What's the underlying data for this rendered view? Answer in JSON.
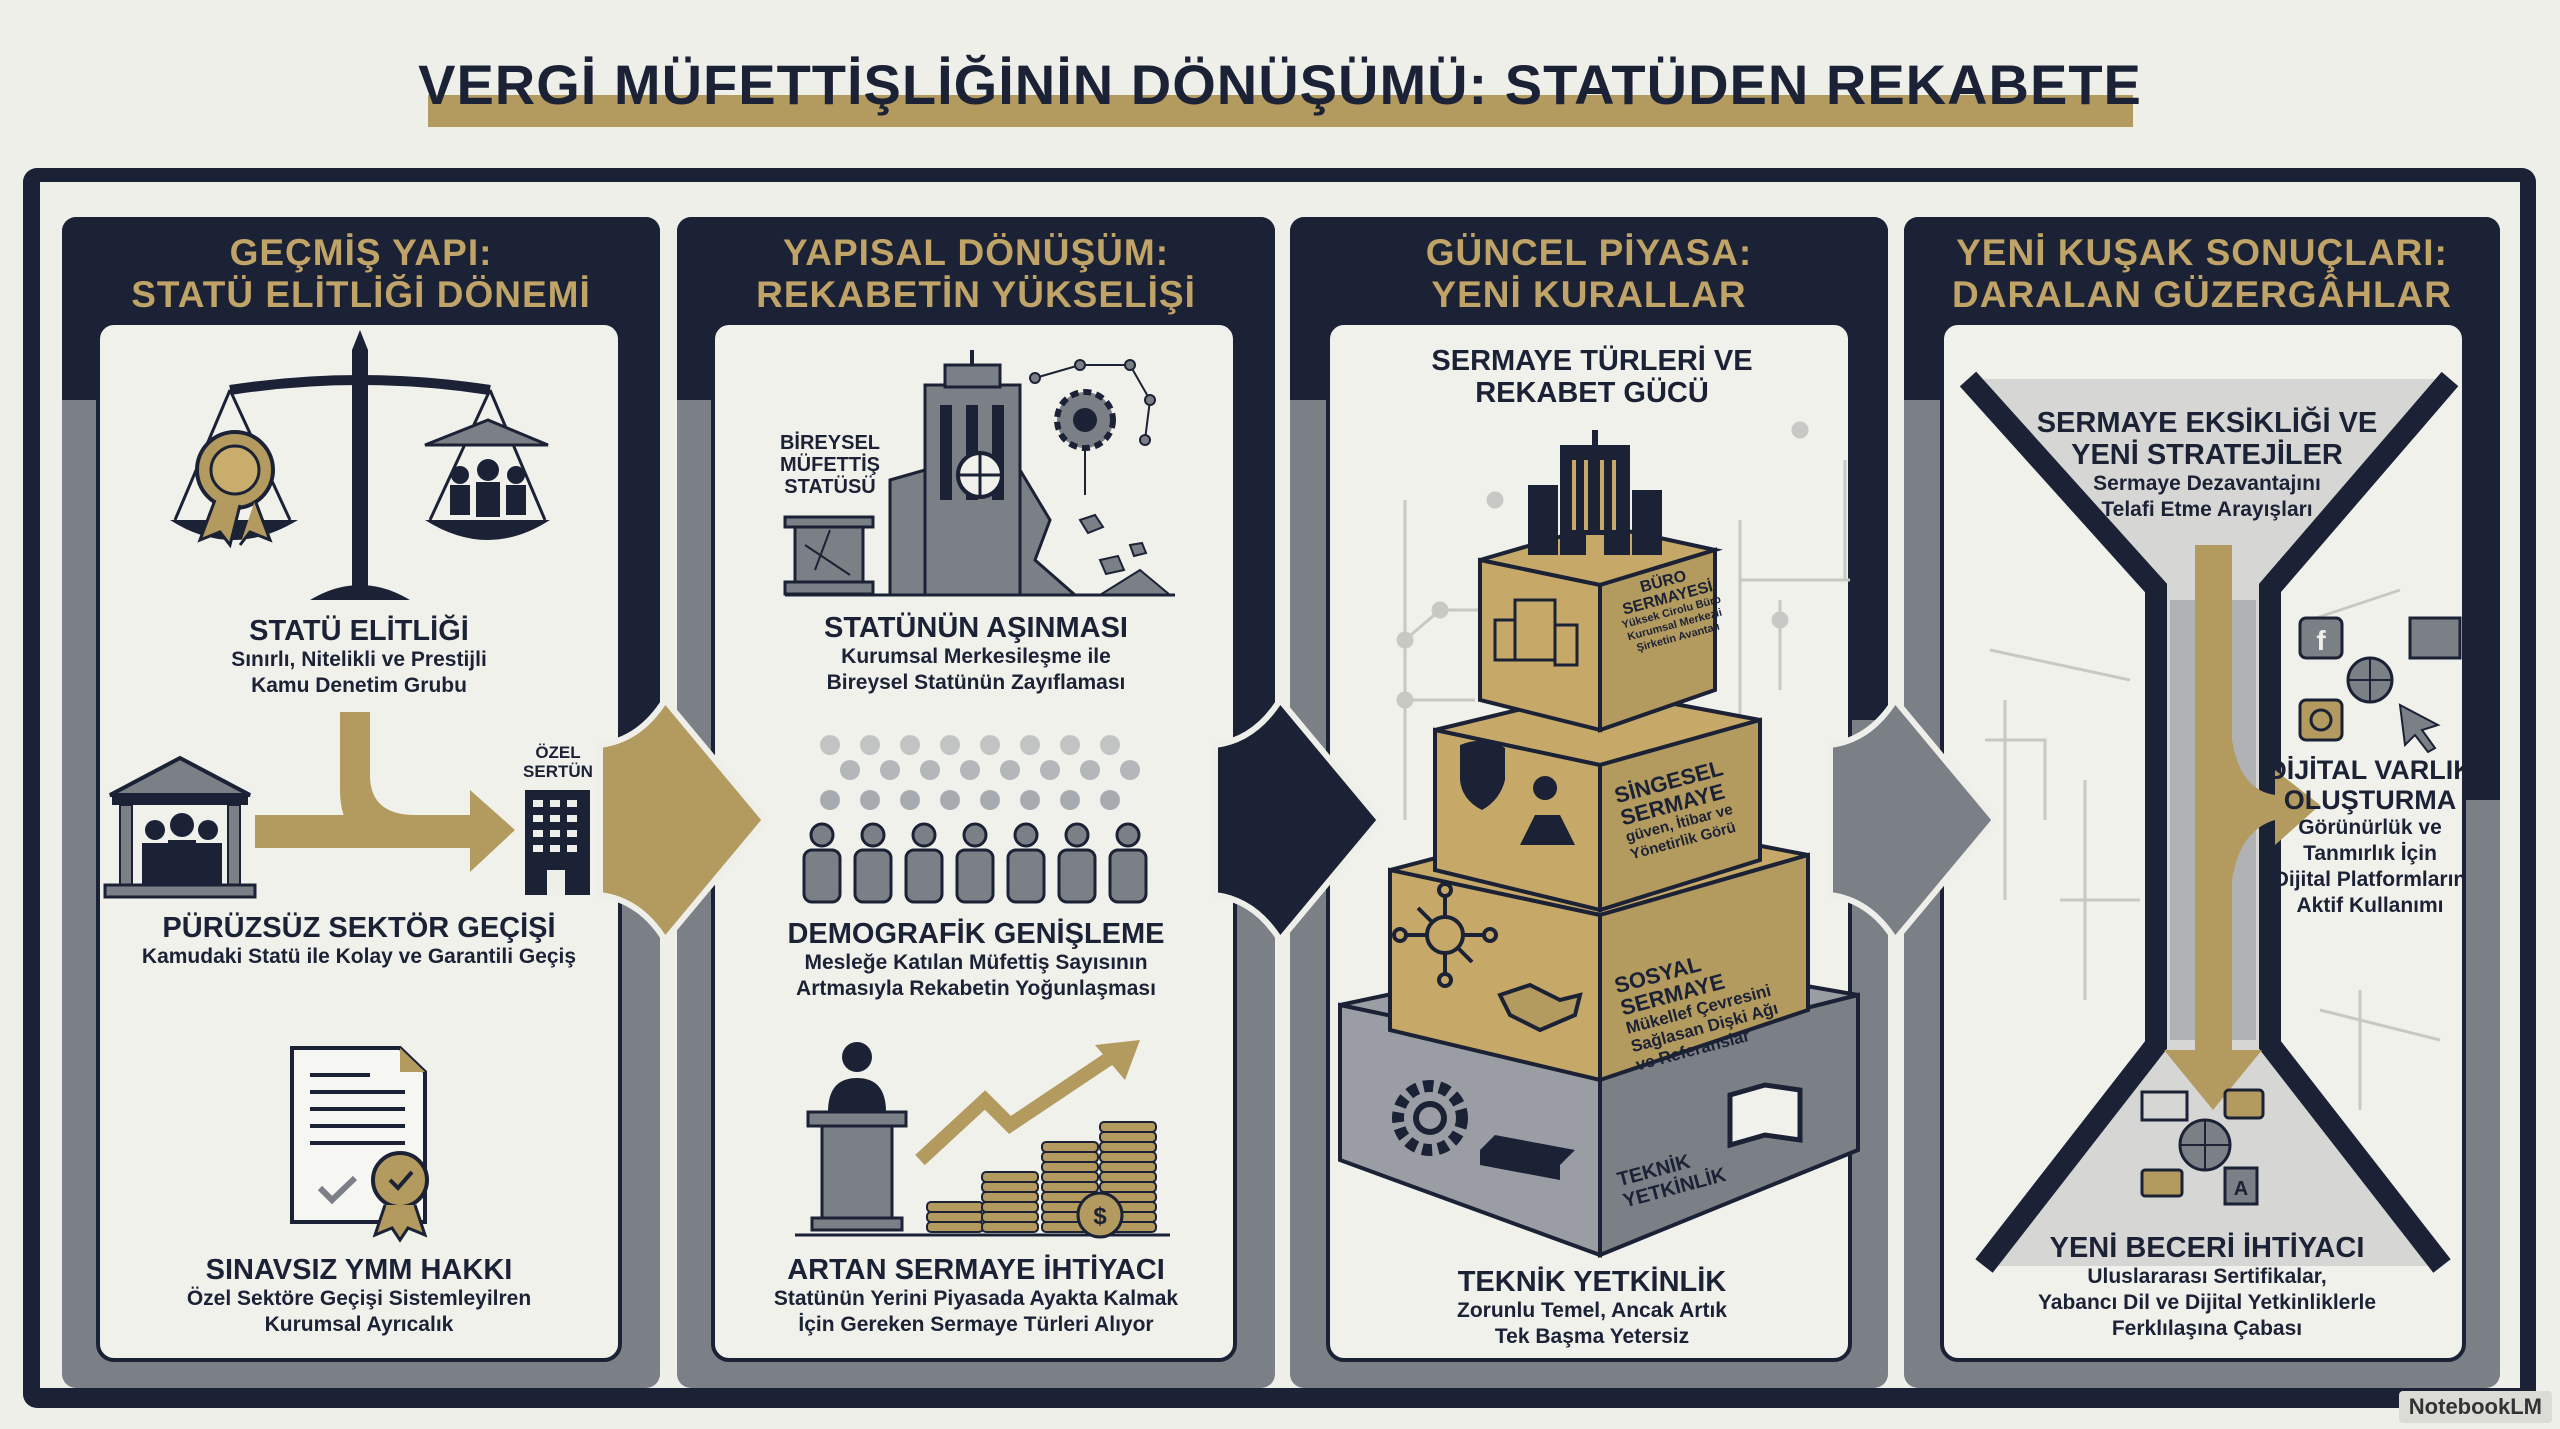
{
  "title": "VERGİ MÜFETTİŞLİĞİNİN DÖNÜŞÜMÜ: STATÜDEN REKABETE",
  "colors": {
    "navy": "#1c2236",
    "gold": "#b39a5e",
    "gray": "#7b7f86",
    "background": "#efefea"
  },
  "columns": [
    {
      "header": [
        "GEÇMİŞ YAPI:",
        "STATÜ ELİTLİĞİ DÖNEMİ"
      ],
      "items": [
        {
          "title": "STATÜ ELİTLİĞİ",
          "sub": [
            "Sınırlı, Nitelikli ve Prestijli",
            "Kamu Denetim Grubu"
          ]
        },
        {
          "title": "PÜRÜZSÜZ SEKTÖR GEÇİŞİ",
          "sub": [
            "Kamudaki Statü ile Kolay ve Garantili Geçiş"
          ]
        },
        {
          "title": "SINAVSIZ YMM HAKKI",
          "sub": [
            "Özel Sektöre Geçişi Sistemleyilren",
            "Kurumsal Ayrıcalık"
          ]
        }
      ],
      "building_label": [
        "ÖZEL",
        "SERTÜN"
      ]
    },
    {
      "header": [
        "YAPISAL DÖNÜŞÜM:",
        "REKABETİN YÜKSELİŞİ"
      ],
      "items": [
        {
          "title": "STATÜNÜN AŞINMASI",
          "sub": [
            "Kurumsal Merkesileşme ile",
            "Bireysel Statünün Zayıflaması"
          ]
        },
        {
          "title": "DEMOGRAFİK GENİŞLEME",
          "sub": [
            "Mesleğe Katılan Müfettiş Sayısının",
            "Artmasıyla Rekabetin Yoğunlaşması"
          ]
        },
        {
          "title": "ARTAN SERMAYE İHTİYACI",
          "sub": [
            "Statünün Yerini Piyasada Ayakta Kalmak",
            "İçin Gereken Sermaye Türleri Alıyor"
          ]
        }
      ],
      "pedestal_label": [
        "BİREYSEL",
        "MÜFETTİŞ",
        "STATÜSÜ"
      ]
    },
    {
      "header": [
        "GÜNCEL PİYASA:",
        "YENİ KURALLAR"
      ],
      "top_title": [
        "SERMAYE TÜRLERİ VE",
        "REKABET GÜCÜ"
      ],
      "tiers": [
        {
          "title": [
            "BÜRO",
            "SERMAYESİ"
          ],
          "sub": [
            "Yüksek Cirolu Büro",
            "Kurumsal Merkezli",
            "Şirketin Avantajı"
          ]
        },
        {
          "title": [
            "SİNGESEL",
            "SERMAYE"
          ],
          "sub": [
            "güven, İtibar ve",
            "Yönetirlik Görü"
          ]
        },
        {
          "title": [
            "SOSYAL SERMAYE"
          ],
          "sub": [
            "Mükellef Çevresini",
            "Sağlasan Dişki Ağı",
            "ve Referanslar"
          ]
        },
        {
          "title": [
            "TEKNİK",
            "YETKİNLİK"
          ],
          "sub": []
        }
      ],
      "items": [
        {
          "title": "TEKNİK YETKİNLİK",
          "sub": [
            "Zorunlu Temel, Ancak Artık",
            "Tek Başma Yetersiz"
          ]
        }
      ]
    },
    {
      "header": [
        "YENİ KUŞAK SONUÇLARI:",
        "DARALAN GÜZERGÂHLAR"
      ],
      "items": [
        {
          "title": [
            "SERMAYE EKSİKLİĞİ VE",
            "YENİ STRATEJİLER"
          ],
          "sub": [
            "Sermaye Dezavantajını",
            "Telafi Etme Arayışları"
          ]
        },
        {
          "title": [
            "DİJİTAL VARLIK",
            "OLUŞTURMA"
          ],
          "sub": [
            "Görünürlük ve",
            "Tanmırlık İçin",
            "Dijital Platformların",
            "Aktif Kullanımı"
          ]
        },
        {
          "title": [
            "YENİ BECERİ İHTİYACI"
          ],
          "sub": [
            "Uluslararası Sertifikalar,",
            "Yabancı Dil ve Dijital Yetkinliklerle",
            "Ferklılaşına Çabası"
          ]
        }
      ]
    }
  ],
  "watermark": "NotebookLM"
}
